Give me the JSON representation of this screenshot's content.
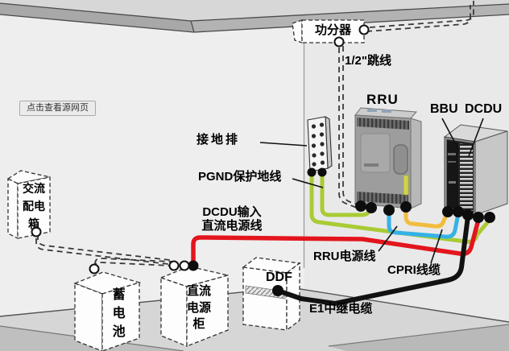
{
  "overlay_button": {
    "label": "点击查看源网页"
  },
  "palette": {
    "wall": "#ececec",
    "ceiling_top": "#d7d7d7",
    "ceiling_face": "#a8a8a8",
    "floor": "#d6d6d6",
    "floor_face": "#bfbfbf",
    "feeder_dashed": "#3a3a3a",
    "box_fill": "#fdfdfd",
    "outline": "#333333"
  },
  "devices": {
    "power_splitter": {
      "label": "功分器"
    },
    "grounding_bar": {
      "label": "接地排"
    },
    "rru": {
      "label": "RRU"
    },
    "bbu": {
      "label": "BBU"
    },
    "dcdu": {
      "label": "DCDU"
    },
    "ac_distribution_box": {
      "label": "交流配电箱",
      "lines": [
        "交流",
        "配电",
        "箱"
      ]
    },
    "battery": {
      "label": "蓄电池"
    },
    "dc_power_cabinet": {
      "label": "直流电源柜",
      "lines": [
        "直流",
        "电源",
        "柜"
      ]
    },
    "ddf": {
      "label": "DDF"
    }
  },
  "cables": {
    "antenna_jumper": {
      "label": "1/2\"跳线",
      "style": "dashed-pair",
      "color": "#3a3a3a"
    },
    "pgnd": {
      "label": "PGND保护地线",
      "color": "#a9cb35"
    },
    "dcdu_input": {
      "label": "DCDU输入直流电源线",
      "lines": [
        "DCDU输入",
        "直流电源线"
      ],
      "color": "#e3151c"
    },
    "rru_power": {
      "label": "RRU电源线",
      "color": "#35b2e6"
    },
    "cpri": {
      "label": "CPRI线缆",
      "color": "#f2bd3d"
    },
    "e1": {
      "label": "E1中继电缆",
      "color": "#121212"
    }
  }
}
